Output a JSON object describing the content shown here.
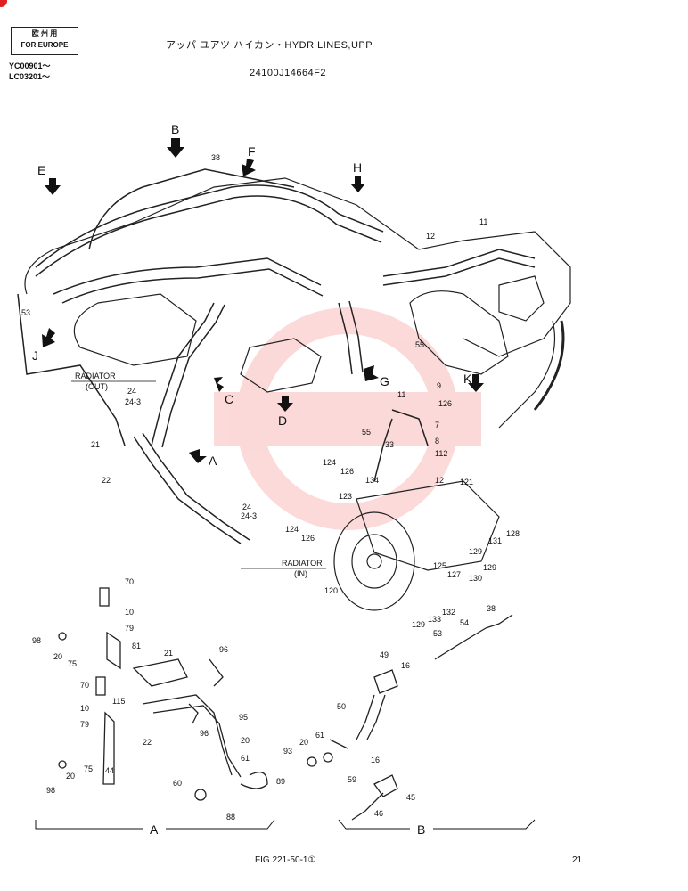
{
  "header": {
    "title": "アッパ ユアツ ハイカン・HYDR LINES,UPP",
    "part_code": "24100J14664F2",
    "stamp_line1": "欧 州 用",
    "stamp_line2": "FOR EUROPE",
    "serial_1": "YC00901～",
    "serial_2": "LC03201～"
  },
  "view_labels": [
    "A",
    "B",
    "C",
    "D",
    "E",
    "F",
    "G",
    "H",
    "J",
    "K"
  ],
  "annotations": {
    "radiator_out": "RADIATOR",
    "radiator_out_sub": "(OUT)",
    "radiator_in": "RADIATOR",
    "radiator_in_sub": "(IN)"
  },
  "callouts_main": [
    "38",
    "11",
    "12",
    "53",
    "55",
    "24",
    "24-3",
    "21",
    "22",
    "9",
    "126",
    "7",
    "8",
    "33",
    "112",
    "55",
    "124",
    "126",
    "134",
    "12",
    "121",
    "123",
    "24",
    "24-3",
    "124",
    "126",
    "131",
    "128",
    "129",
    "129",
    "125",
    "127",
    "130",
    "120",
    "132",
    "133",
    "129",
    "38",
    "54",
    "53",
    "11"
  ],
  "callouts_detail_a": [
    "70",
    "10",
    "79",
    "98",
    "20",
    "75",
    "81",
    "21",
    "96",
    "115",
    "70",
    "10",
    "79",
    "22",
    "96",
    "95",
    "20",
    "61",
    "98",
    "20",
    "75",
    "44",
    "60",
    "88",
    "89"
  ],
  "callouts_detail_b": [
    "49",
    "16",
    "50",
    "20",
    "61",
    "93",
    "59",
    "16",
    "45",
    "46"
  ],
  "section_labels": {
    "a": "A",
    "b": "B"
  },
  "footer": {
    "figure": "FIG 221-50-1①",
    "page": "21"
  }
}
